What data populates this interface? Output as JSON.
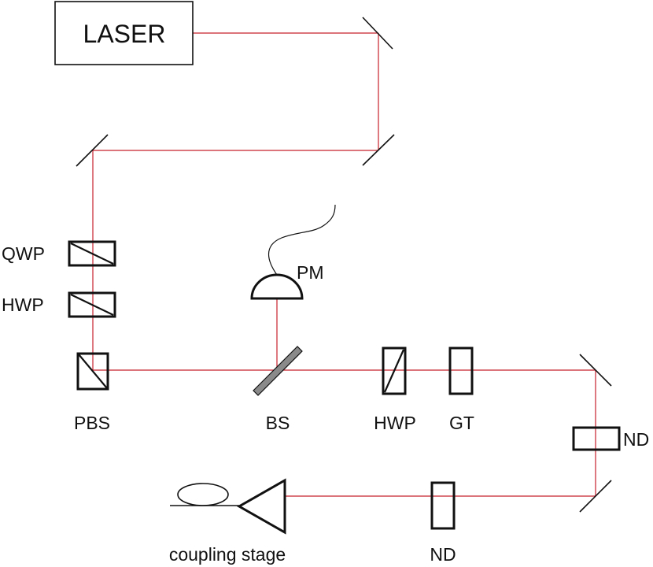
{
  "diagram": {
    "colors": {
      "beam": "#c8202c",
      "component": "#111111",
      "beam_splitter_fill": "#8a8a8a"
    },
    "labels": {
      "laser": "LASER",
      "qwp": "QWP",
      "hwp_left": "HWP",
      "pm": "PM",
      "pbs": "PBS",
      "bs": "BS",
      "hwp_right": "HWP",
      "gt": "GT",
      "nd_vertical": "ND",
      "nd_bottom": "ND",
      "coupling_stage": "coupling stage"
    }
  }
}
